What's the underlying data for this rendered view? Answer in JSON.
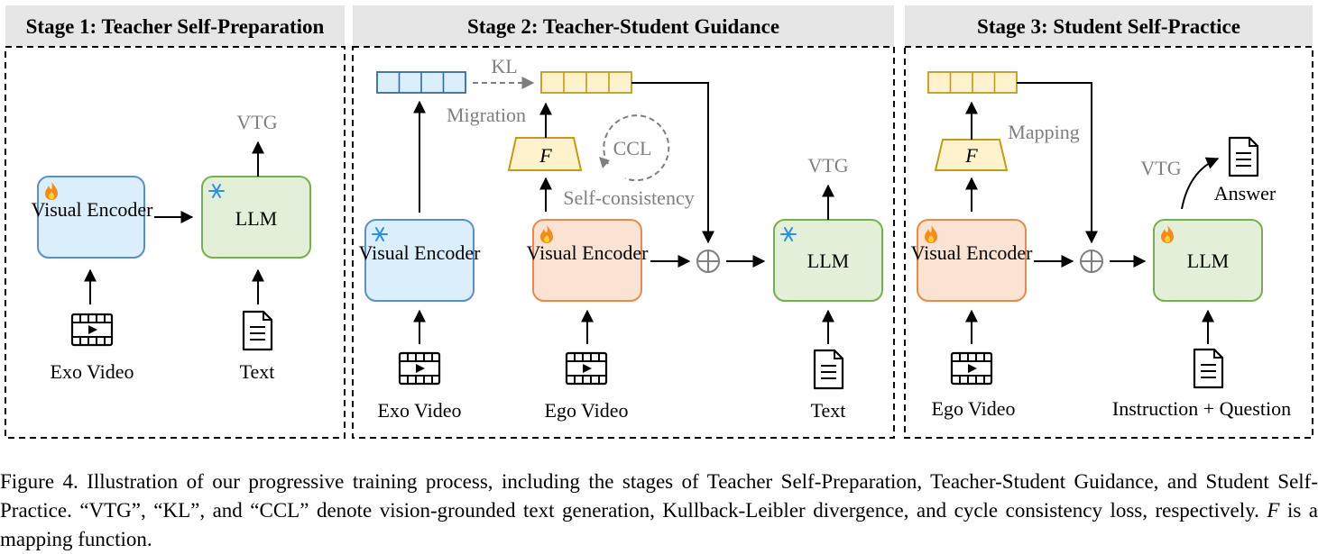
{
  "stages": [
    {
      "title": "Stage 1: Teacher Self-Preparation"
    },
    {
      "title": "Stage 2: Teacher-Student Guidance"
    },
    {
      "title": "Stage 3: Student Self-Practice"
    }
  ],
  "stage1": {
    "visual_encoder": "Visual Encoder",
    "llm": "LLM",
    "output": "VTG",
    "input_video": "Exo Video",
    "input_text": "Text"
  },
  "stage2": {
    "kl": "KL",
    "migration": "Migration",
    "f": "F",
    "ccl": "CCL",
    "self_consistency": "Self-consistency",
    "teacher_encoder": "Visual Encoder",
    "student_encoder": "Visual Encoder",
    "llm": "LLM",
    "output": "VTG",
    "input_exo": "Exo Video",
    "input_ego": "Ego Video",
    "input_text": "Text"
  },
  "stage3": {
    "mapping": "Mapping",
    "f": "F",
    "encoder": "Visual Encoder",
    "llm": "LLM",
    "output": "VTG",
    "answer": "Answer",
    "input_ego": "Ego Video",
    "input_text": "Instruction + Question"
  },
  "caption": {
    "part1": "Figure 4.  Illustration of our progressive training process, including the stages of Teacher Self-Preparation, Teacher-Student Guidance, and Student Self-Practice.  “VTG”, “KL”, and “CCL” denote vision-grounded text generation, Kullback-Leibler divergence, and cycle consistency loss, respectively. ",
    "f": "F",
    "part2": " is a mapping function."
  },
  "colors": {
    "blue_fill": "#dbeefb",
    "blue_stroke": "#5b8fc7",
    "green_fill": "#e2f0d9",
    "green_stroke": "#74b14c",
    "orange_fill": "#fbe3d3",
    "orange_stroke": "#e38b4f",
    "yellow_fill": "#fff2cc",
    "yellow_stroke": "#c49a1a",
    "header_fill": "#e6e6e6",
    "gray_text": "#7f7f7f"
  }
}
